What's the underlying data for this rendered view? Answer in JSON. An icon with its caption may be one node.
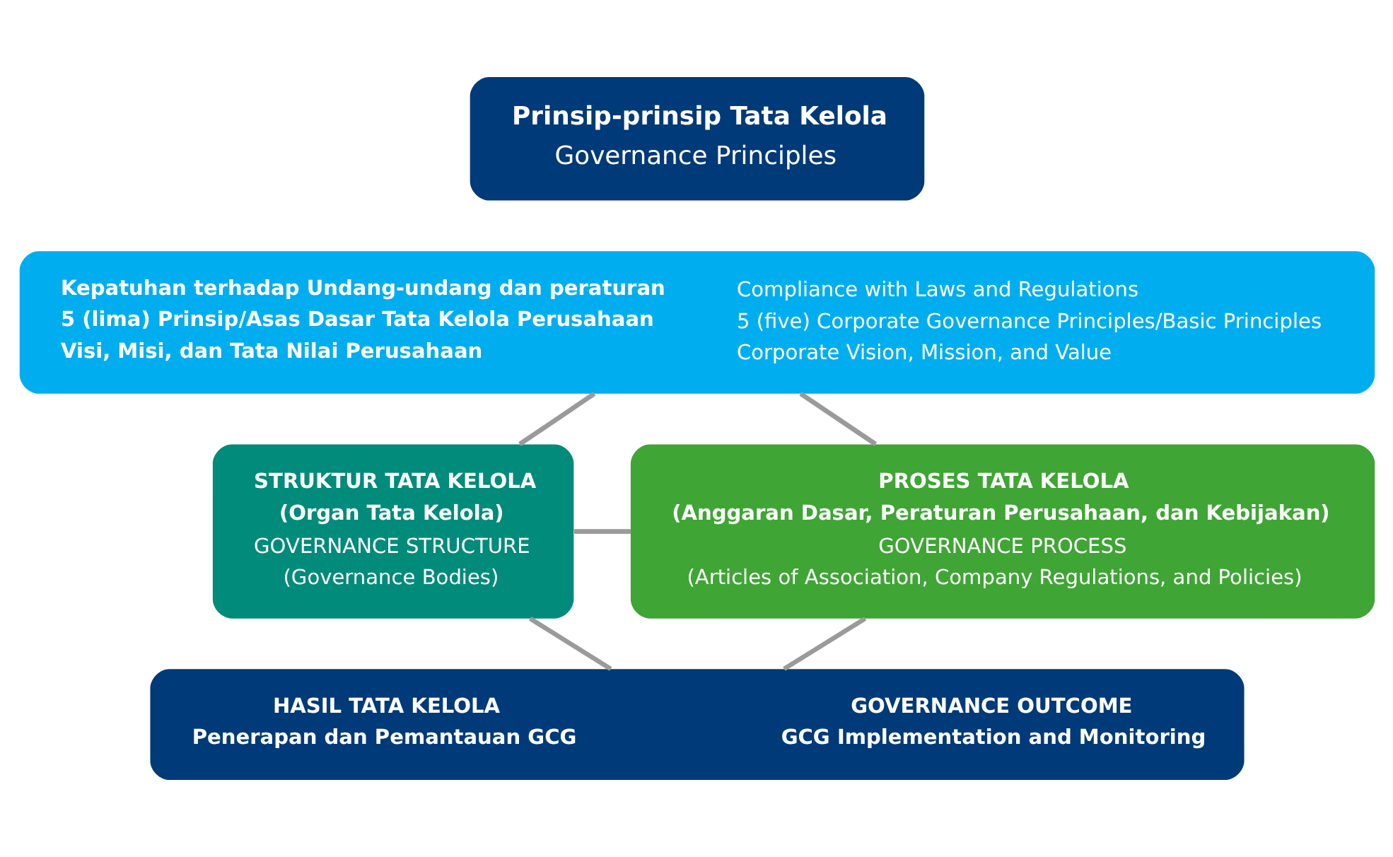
{
  "diagram": {
    "nodes": [
      {
        "text": [
          "Prinsip-prinsip Tata Kelola",
          "Governance Principles"
        ]
      },
      {
        "text": [
          "Kepatuhan terhadap Undang-undang dan peraturan",
          "5 (lima) Prinsip/Asas Dasar Tata Kelola Perusahaan",
          "Visi, Misi, dan Tata Nilai Perusahaan",
          "Compliance with Laws and Regulations",
          "5 (five) Corporate Governance Principles/Basic Principles",
          "Corporate Vision, Mission, and Value"
        ]
      },
      {
        "text": [
          "STRUKTUR TATA KELOLA",
          "(Organ Tata Kelola)",
          "GOVERNANCE STRUCTURE",
          "(Governance Bodies)"
        ]
      },
      {
        "text": [
          "PROSES TATA KELOLA",
          "(Anggaran Dasar, Peraturan Perusahaan, dan Kebijakan)",
          "GOVERNANCE PROCESS",
          "(Articles of Association, Company Regulations, and Policies)"
        ]
      },
      {
        "text": [
          "HASIL TATA KELOLA",
          "Penerapan dan Pemantauan GCG",
          "GOVERNANCE OUTCOME",
          "GCG Implementation and Monitoring"
        ]
      }
    ],
    "edges": [
      {
        "from": 1,
        "to": 2,
        "arrow": "none"
      },
      {
        "from": 1,
        "to": 3,
        "arrow": "none"
      },
      {
        "from": 2,
        "to": 3,
        "arrow": "none"
      },
      {
        "from": 2,
        "to": 4,
        "arrow": "none"
      },
      {
        "from": 3,
        "to": 4,
        "arrow": "none"
      }
    ]
  }
}
